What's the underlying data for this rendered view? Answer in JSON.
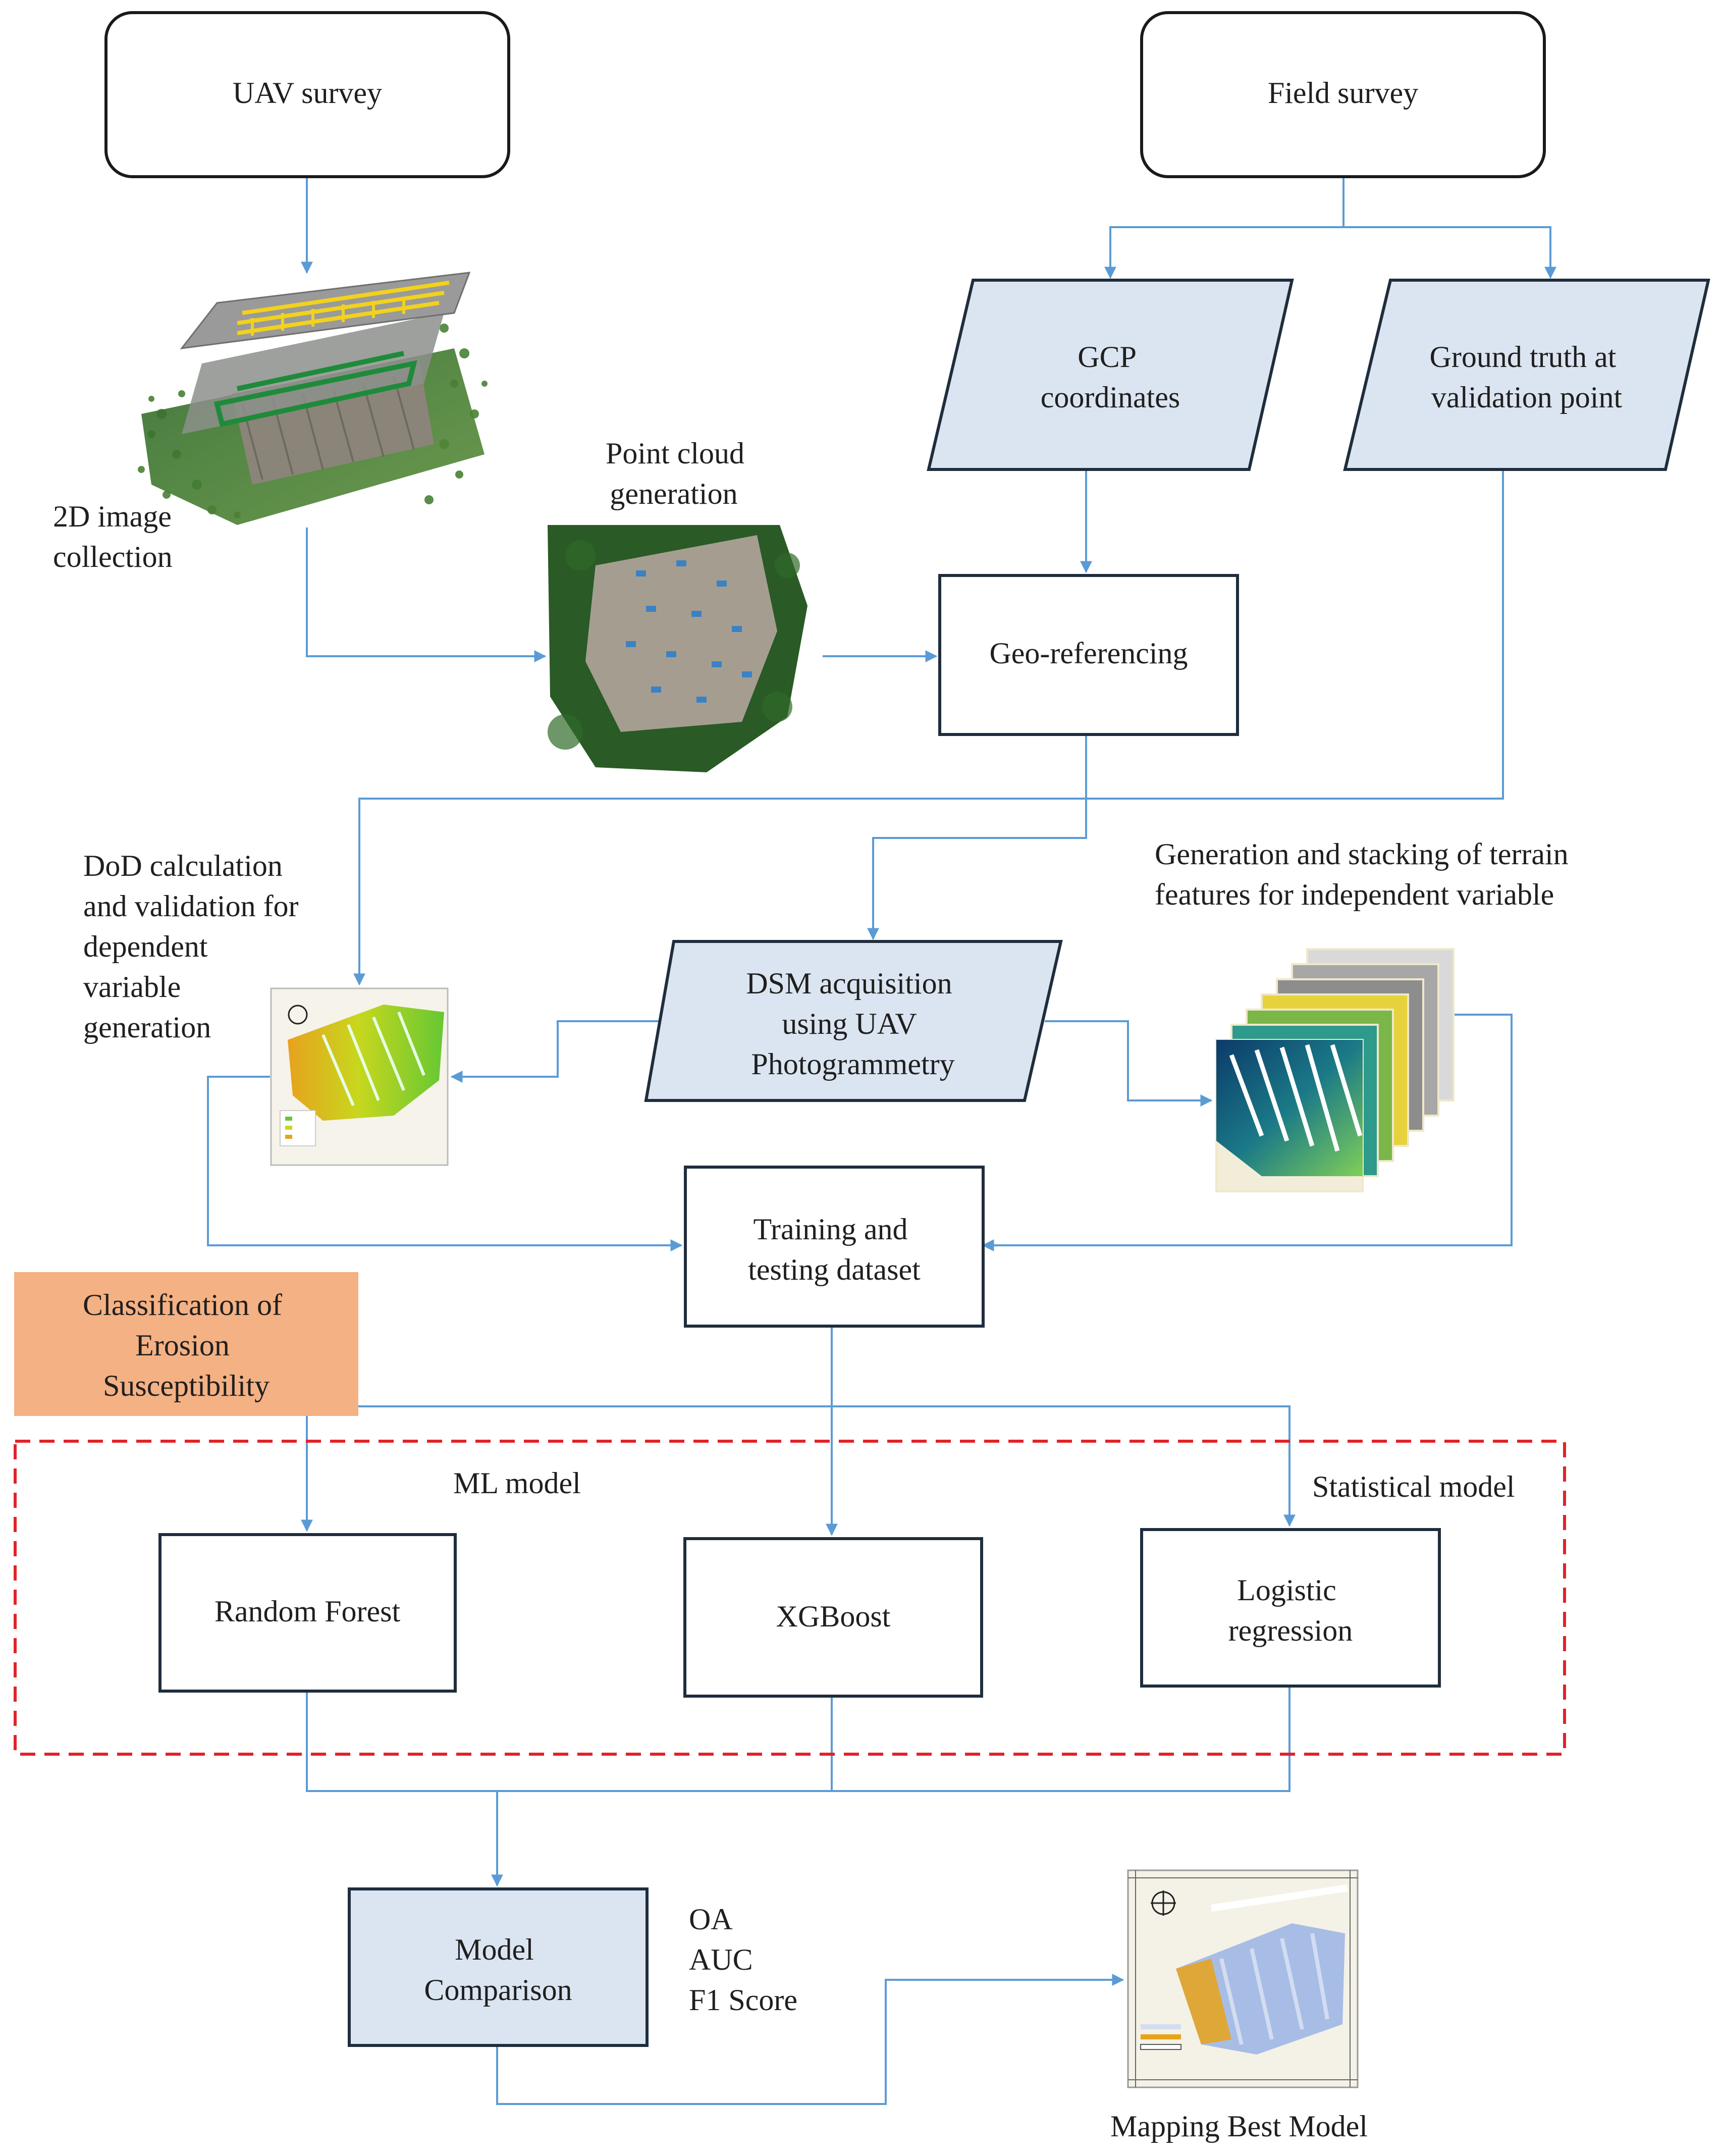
{
  "nodes": {
    "uav_survey": "UAV survey",
    "field_survey": "Field survey",
    "gcp": [
      "GCP",
      "coordinates"
    ],
    "ground_truth": [
      "Ground truth at",
      "validation point"
    ],
    "image_collection": [
      "2D image",
      "collection"
    ],
    "point_cloud": [
      "Point cloud",
      "generation"
    ],
    "georeferencing": "Geo-referencing",
    "dod": [
      "DoD calculation",
      "and validation for",
      "dependent",
      "variable",
      "generation"
    ],
    "terrain_features": [
      "Generation and stacking of terrain",
      "features for independent variable"
    ],
    "dsm": [
      "DSM acquisition",
      "using UAV",
      "Photogrammetry"
    ],
    "training": [
      "Training and",
      "testing dataset"
    ],
    "classification": [
      "Classification of",
      "Erosion",
      "Susceptibility"
    ],
    "ml_model": "ML model",
    "statistical_model": "Statistical model",
    "random_forest": "Random Forest",
    "xgboost": "XGBoost",
    "logistic": [
      "Logistic",
      "regression"
    ],
    "model_comparison": [
      "Model",
      "Comparison"
    ],
    "metrics": [
      "OA",
      "AUC",
      "F1 Score"
    ],
    "best_model": "Mapping Best Model"
  },
  "colors": {
    "arrow": "#5b9bd5",
    "blue_fill": "#dbe5f1",
    "orange_fill": "#f4b183",
    "dashed": "#e0232a",
    "border": "#1f2d3d"
  }
}
